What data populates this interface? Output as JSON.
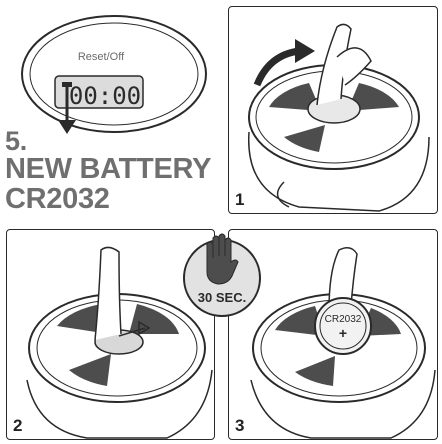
{
  "device": {
    "reset_label": "Reset/Off",
    "display_time": "00:00"
  },
  "title": {
    "step": "5.",
    "line1": "NEW BATTERY",
    "line2": "CR2032"
  },
  "steps": [
    {
      "number": "1"
    },
    {
      "number": "2"
    },
    {
      "number": "3"
    }
  ],
  "wait_badge": {
    "label": "30 SEC."
  },
  "battery": {
    "model": "CR2032",
    "polarity": "+"
  },
  "icons": [
    "arrow-down-icon",
    "rotate-arrow-icon",
    "hand-stop-icon"
  ],
  "colors": {
    "ink": "#2a2a2a",
    "title_gray": "#6f6f6f",
    "segment_dark": "#4d4d4d",
    "lcd": "#dcdcdc",
    "badge": "#e2e2e2"
  }
}
